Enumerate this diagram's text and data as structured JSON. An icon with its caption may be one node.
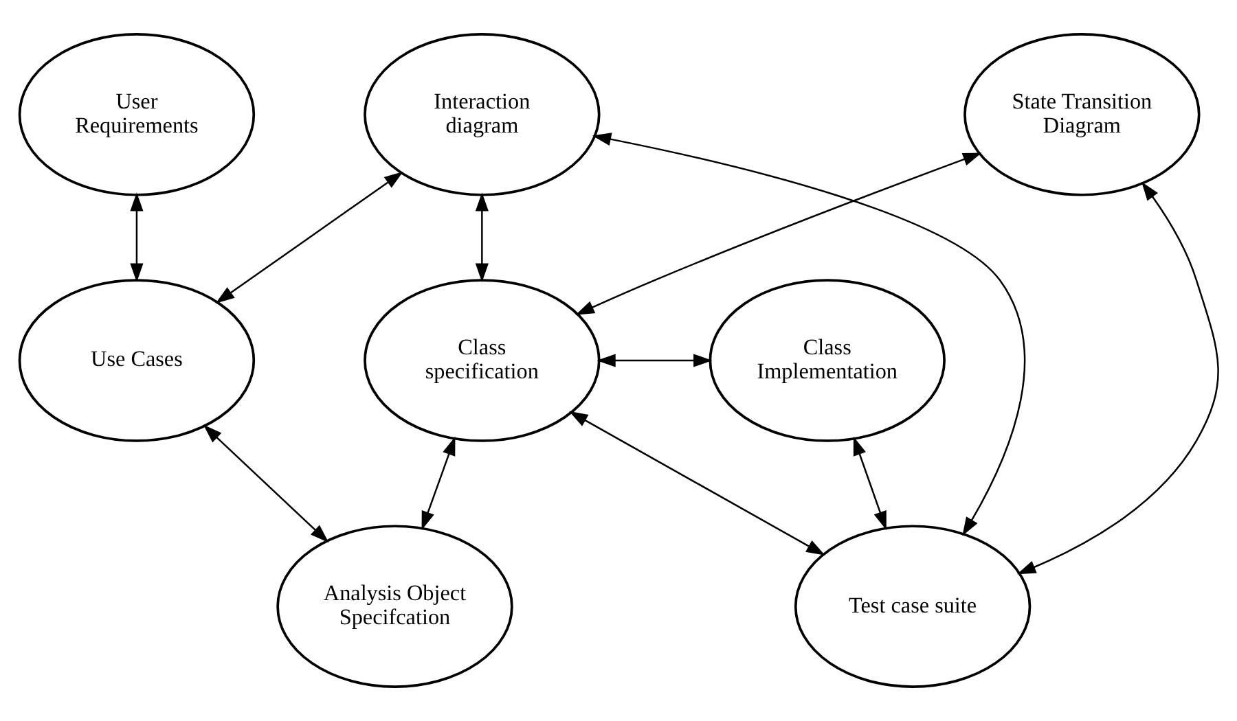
{
  "diagram": {
    "nodes": [
      {
        "text": [
          "User Requirements"
        ]
      },
      {
        "text": [
          "Interaction diagram"
        ]
      },
      {
        "text": [
          "State Transition Diagram"
        ]
      },
      {
        "text": [
          "Use Cases"
        ]
      },
      {
        "text": [
          "Class specification"
        ]
      },
      {
        "text": [
          "Class Implementation"
        ]
      },
      {
        "text": [
          "Analysis Object Specifcation"
        ]
      },
      {
        "text": [
          "Test case suite"
        ]
      }
    ],
    "edges": [
      {
        "from": 0,
        "to": 3,
        "arrow": "both"
      },
      {
        "from": 3,
        "to": 1,
        "arrow": "both"
      },
      {
        "from": 1,
        "to": 4,
        "arrow": "both"
      },
      {
        "from": 4,
        "to": 2,
        "arrow": "both"
      },
      {
        "from": 4,
        "to": 5,
        "arrow": "both"
      },
      {
        "from": 3,
        "to": 6,
        "arrow": "both"
      },
      {
        "from": 6,
        "to": 4,
        "arrow": "both"
      },
      {
        "from": 4,
        "to": 7,
        "arrow": "both"
      },
      {
        "from": 5,
        "to": 7,
        "arrow": "both"
      },
      {
        "from": 7,
        "to": 1,
        "arrow": "both"
      },
      {
        "from": 2,
        "to": 7,
        "arrow": "both"
      }
    ]
  }
}
